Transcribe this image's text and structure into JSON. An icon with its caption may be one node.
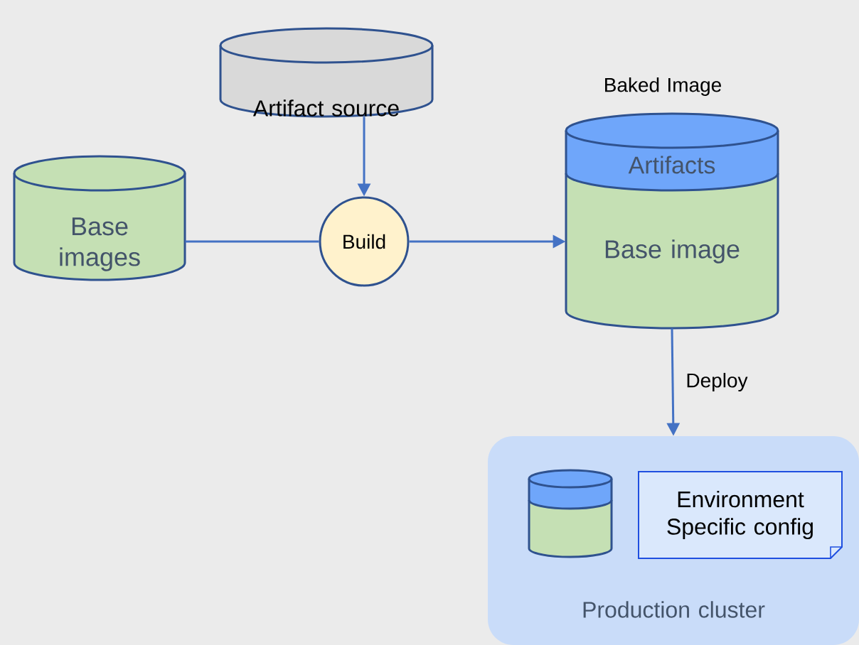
{
  "diagram": {
    "nodes": [
      {
        "text": [
          "Artifact source"
        ]
      },
      {
        "text": [
          "Base images"
        ]
      },
      {
        "text": [
          "Build"
        ]
      },
      {
        "text": [
          "Baked Image",
          "Artifacts",
          "Base image"
        ]
      },
      {
        "text": [
          "Production cluster"
        ]
      },
      {
        "text": [],
        "shape": "cylinder",
        "in": 4
      },
      {
        "text": [
          "Environment Specific config"
        ],
        "in": 4
      }
    ],
    "edges": [
      {
        "from": 0,
        "to": 2,
        "arrow": "to"
      },
      {
        "from": 1,
        "to": 2,
        "arrow": "none"
      },
      {
        "from": 2,
        "to": 3,
        "arrow": "to"
      },
      {
        "from": 3,
        "to": 4,
        "arrow": "to",
        "label": "Deploy"
      }
    ]
  }
}
